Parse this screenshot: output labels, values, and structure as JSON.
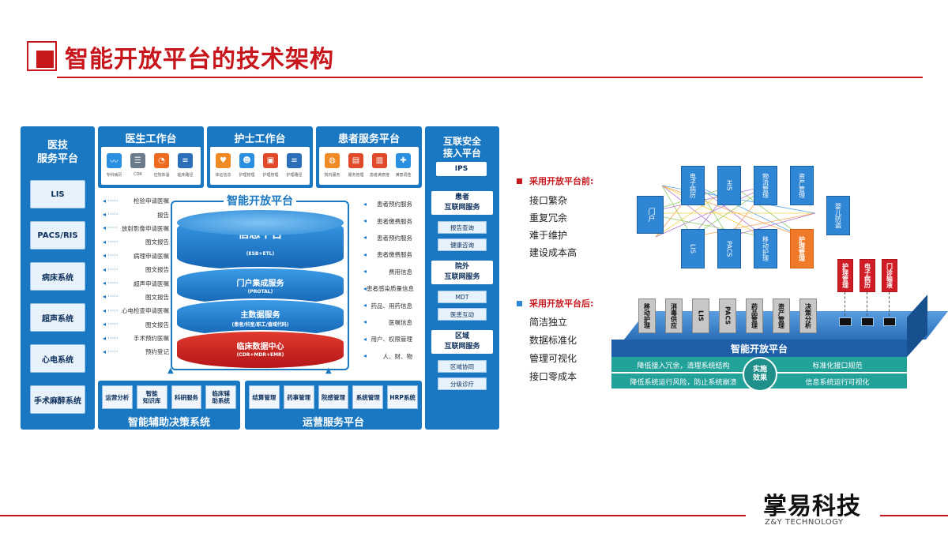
{
  "header": {
    "title": "智能开放平台的技术架构"
  },
  "left_panel": {
    "title": "医技\n服务平台",
    "items": [
      "LIS",
      "PACS/RIS",
      "病床系统",
      "超声系统",
      "心电系统",
      "手术麻醉系统"
    ]
  },
  "top_panels": [
    {
      "title": "医生工作台",
      "icons": [
        {
          "label": "专科病历",
          "icon": "chart-icon",
          "color": "#2a8fe0"
        },
        {
          "label": "CDR",
          "icon": "list-icon",
          "color": "#6b7b8c"
        },
        {
          "label": "住院体温",
          "icon": "pie-icon",
          "color": "#ee6a1f"
        },
        {
          "label": "临床路径",
          "icon": "layers-icon",
          "color": "#2a6fb8"
        }
      ]
    },
    {
      "title": "护士工作台",
      "icons": [
        {
          "label": "体征信息",
          "icon": "heart-icon",
          "color": "#f08a24"
        },
        {
          "label": "护理管理",
          "icon": "person-icon",
          "color": "#2a8fe0"
        },
        {
          "label": "护理管理",
          "icon": "id-icon",
          "color": "#e04a2a"
        },
        {
          "label": "护理路径",
          "icon": "layers-icon",
          "color": "#2a6fb8"
        }
      ]
    },
    {
      "title": "患者服务平台",
      "icons": [
        {
          "label": "院内服务",
          "icon": "globe-icon",
          "color": "#f08a24"
        },
        {
          "label": "服务管理",
          "icon": "doc-icon",
          "color": "#e04a2a"
        },
        {
          "label": "患者满意度",
          "icon": "clipboard-icon",
          "color": "#e04a2a"
        },
        {
          "label": "满意调查",
          "icon": "kit-icon",
          "color": "#2a8fe0"
        }
      ]
    }
  ],
  "left_services": [
    "检验申请医嘱",
    "报告",
    "放射影像申请医嘱",
    "图文报告",
    "病理申请医嘱",
    "图文报告",
    "超声申请医嘱",
    "图文报告",
    "心电检查申请医嘱",
    "图文报告",
    "手术预约医嘱",
    "预约登记"
  ],
  "right_services": [
    "患者预约服务",
    "患者缴费服务",
    "患者预约服务",
    "患者缴费服务",
    "费用信息",
    "患者感染质量信息",
    "药品、用药信息",
    "医嘱信息",
    "用户、权限管理",
    "人、财、物"
  ],
  "center": {
    "title": "智能开放平台",
    "layers": [
      {
        "name": "信息平台",
        "sub": "(ESB+ETL)"
      },
      {
        "name": "门户集成服务",
        "sub": "(PROTAL)"
      },
      {
        "name": "主数据服务",
        "sub": "(患者/科室/职工/值域代码)"
      },
      {
        "name": "临床数据中心",
        "sub": "(CDR+MDR+EMR)"
      }
    ]
  },
  "security_panel": {
    "title": "互联安全\n接入平台",
    "ips": "IPS",
    "groups": [
      {
        "title": "患者\n互联网服务",
        "items": [
          "报告查询",
          "健康咨询"
        ]
      },
      {
        "title": "院外\n互联网服务",
        "items": [
          "MDT",
          "医患互动"
        ]
      },
      {
        "title": "区域\n互联网服务",
        "items": [
          "区域协同",
          "分级诊疗"
        ]
      }
    ]
  },
  "bottom_panels": [
    {
      "title": "智能辅助决策系统",
      "items": [
        "运营分析",
        "智能\n知识库",
        "科研服务",
        "临床辅\n助系统"
      ]
    },
    {
      "title": "运营服务平台",
      "items": [
        "结算管理",
        "药事管理",
        "院感管理",
        "系统管理",
        "HRP系统"
      ]
    }
  ],
  "before": {
    "label": "采用开放平台前:",
    "points": [
      "接口繁杂",
      "重复冗余",
      "难于维护",
      "建设成本高"
    ],
    "nodes": {
      "top": [
        "电子病历",
        "HIS",
        "物流管理",
        "资产管理"
      ],
      "left": "门户",
      "right": "婴儿防盗",
      "bottom": [
        "LIS",
        "PACS",
        "移动护理",
        "护理管理"
      ]
    }
  },
  "after": {
    "label": "采用开放平台后:",
    "points": [
      "简洁独立",
      "数据标准化",
      "管理可视化",
      "接口零成本"
    ],
    "modules": [
      "移动护理",
      "消毒供应",
      "LIS",
      "PACS",
      "药品管理",
      "资产管理",
      "决策分析"
    ],
    "red_modules": [
      "护理管理",
      "电子病历",
      "门诊输液"
    ],
    "platform": "智能开放平台",
    "effect_label": "实施效果",
    "effects": [
      "降低接入冗余，清理系统结构",
      "标准化接口规范",
      "降低系统运行风险，防止系统崩溃",
      "信息系统运行可视化"
    ]
  },
  "footer": {
    "logo": "掌易科技",
    "logo_sub": "Z&Y TECHNOLOGY"
  },
  "colors": {
    "brand_red": "#c8161d",
    "panel_blue": "#1a78c2",
    "node_orange": "#f17a2a"
  }
}
